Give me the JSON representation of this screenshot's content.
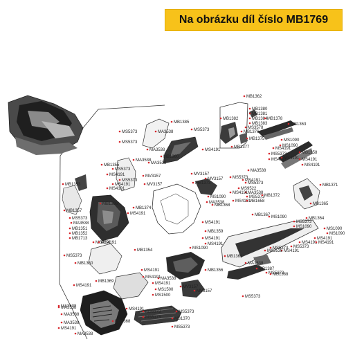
{
  "header": {
    "title": "Na obrázku díl číslo MB1769"
  },
  "colors": {
    "banner": "#f7c21a",
    "marker": "#d8262b",
    "ink": "#333333",
    "part_fill": "#2b2b2b"
  },
  "labels": [
    "MB1362",
    "MB1380",
    "MB1381",
    "MB1384",
    "MB1383",
    "MS3578",
    "MB1376",
    "MB1382",
    "MS5373",
    "MB1375",
    "MB1377",
    "MB1385",
    "MB1378",
    "MB1363",
    "MS5373",
    "MA3538",
    "MS5373",
    "MS1090",
    "MS4191",
    "MB1358",
    "MA3538",
    "MS4191",
    "MS5373",
    "MS1090",
    "MS4191",
    "MS4191",
    "MS4191",
    "MB1360",
    "MA3538",
    "MS4191",
    "MB1355",
    "MA3538",
    "MS5373",
    "MV3157",
    "MS4191",
    "MV3157",
    "MA3538",
    "MS5373",
    "MS4191",
    "MB1353",
    "MS5373",
    "MS4191",
    "MV3157",
    "MB1373",
    "MV3157",
    "MS5373",
    "MS9522",
    "MS4191",
    "MA3538",
    "MS4191",
    "MB1371",
    "MS5373",
    "MS1090",
    "MS4191",
    "MA3538",
    "MB1372",
    "MB1658",
    "MB1357",
    "MB1386",
    "MB1374",
    "MB1368",
    "MS4191",
    "MB1365",
    "MS5373",
    "MS1090",
    "MB1367",
    "MA3538",
    "MB1364",
    "MS5373",
    "MS4191",
    "MB1351",
    "MB1352",
    "MB1713",
    "MS4191",
    "MB1359",
    "MS4191",
    "MS1090",
    "MS1090",
    "MS1090",
    "MS4191",
    "MS4191",
    "MS5373",
    "MS4191",
    "MS4191",
    "MS4191",
    "MS5373",
    "MS4191",
    "MB1354",
    "MS1090",
    "MB1361",
    "MA3538",
    "MS5373",
    "MB1350",
    "MS4191",
    "MA3538",
    "MB1356",
    "MA3538",
    "MB1387",
    "MS5373",
    "MB1388",
    "MB1369",
    "MS4191",
    "MS4191",
    "MS4191",
    "MS1500",
    "MV3157",
    "MV3157",
    "MS1500",
    "MS5373",
    "MS4191",
    "MA3538",
    "MA3538",
    "MB1370",
    "MS5373",
    "MB1368",
    "MA3538",
    "MS4191",
    "MS5373",
    "MS5373",
    "MS5373",
    "MA3538",
    "MA3538"
  ]
}
